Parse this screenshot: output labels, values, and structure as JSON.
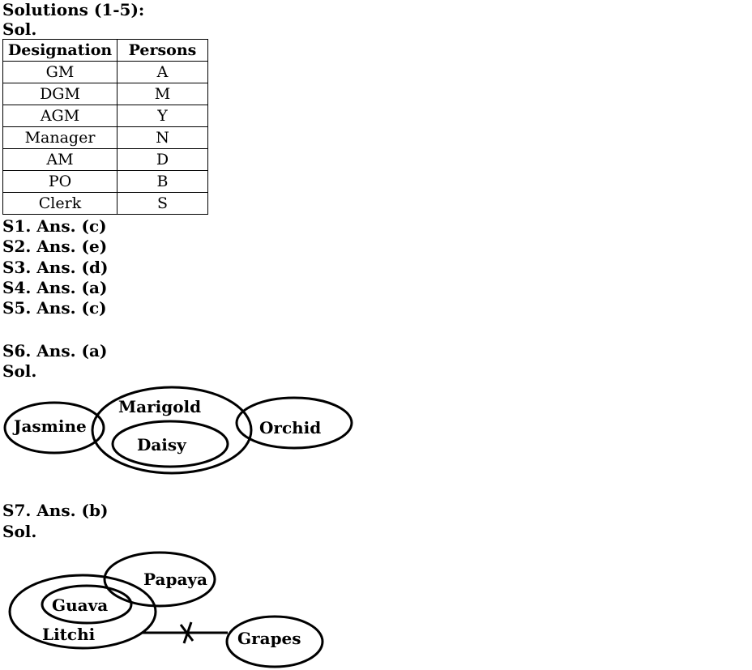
{
  "heading": "Solutions (1-5):",
  "sol_label": "Sol.",
  "table": {
    "headers": [
      "Designation",
      "Persons"
    ],
    "rows": [
      [
        "GM",
        "A"
      ],
      [
        "DGM",
        "M"
      ],
      [
        "AGM",
        "Y"
      ],
      [
        "Manager",
        "N"
      ],
      [
        "AM",
        "D"
      ],
      [
        "PO",
        "B"
      ],
      [
        "Clerk",
        "S"
      ]
    ]
  },
  "answers": [
    "S1. Ans. (c)",
    "S2. Ans. (e)",
    "S3. Ans. (d)",
    "S4. Ans. (a)",
    "S5. Ans. (c)"
  ],
  "s6": {
    "answer": "S6. Ans. (a)",
    "sol": "Sol.",
    "labels": {
      "jasmine": "Jasmine",
      "marigold": "Marigold",
      "daisy": "Daisy",
      "orchid": "Orchid"
    }
  },
  "s7": {
    "answer": "S7. Ans. (b)",
    "sol": "Sol.",
    "labels": {
      "papaya": "Papaya",
      "guava": "Guava",
      "litchi": "Litchi",
      "grapes": "Grapes"
    }
  }
}
